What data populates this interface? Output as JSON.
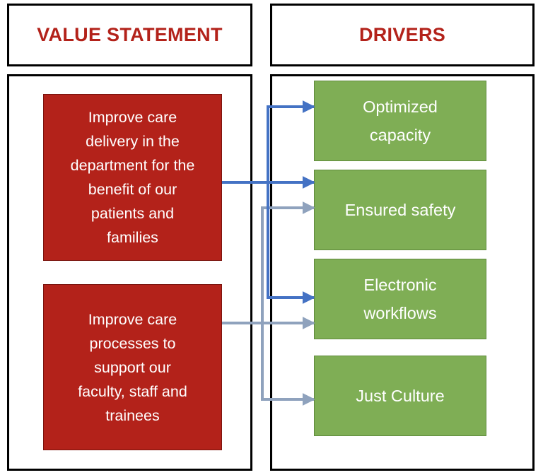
{
  "headers": {
    "value_statement": "VALUE STATEMENT",
    "drivers": "DRIVERS"
  },
  "value_statements": [
    {
      "text": "Improve care\ndelivery in the\ndepartment for the\nbenefit of our\npatients and\nfamilies"
    },
    {
      "text": "Improve care\nprocesses to\nsupport our\nfaculty, staff and\ntrainees"
    }
  ],
  "drivers": [
    {
      "text": "Optimized\ncapacity"
    },
    {
      "text": "Ensured safety"
    },
    {
      "text": "Electronic\nworkflows"
    },
    {
      "text": "Just Culture"
    }
  ],
  "colors": {
    "header_text": "#b3221a",
    "value_box_fill": "#b3221a",
    "driver_box_fill": "#7fae55",
    "connector_blue": "#4472c4",
    "connector_gray": "#8fa2bd"
  },
  "connections": [
    {
      "from": "Improve care delivery in the department for the benefit of our patients and families",
      "to": [
        "Optimized capacity",
        "Ensured safety",
        "Electronic workflows"
      ],
      "color": "blue"
    },
    {
      "from": "Improve care processes to support our faculty, staff and trainees",
      "to": [
        "Ensured safety",
        "Electronic workflows",
        "Just Culture"
      ],
      "color": "gray"
    }
  ]
}
